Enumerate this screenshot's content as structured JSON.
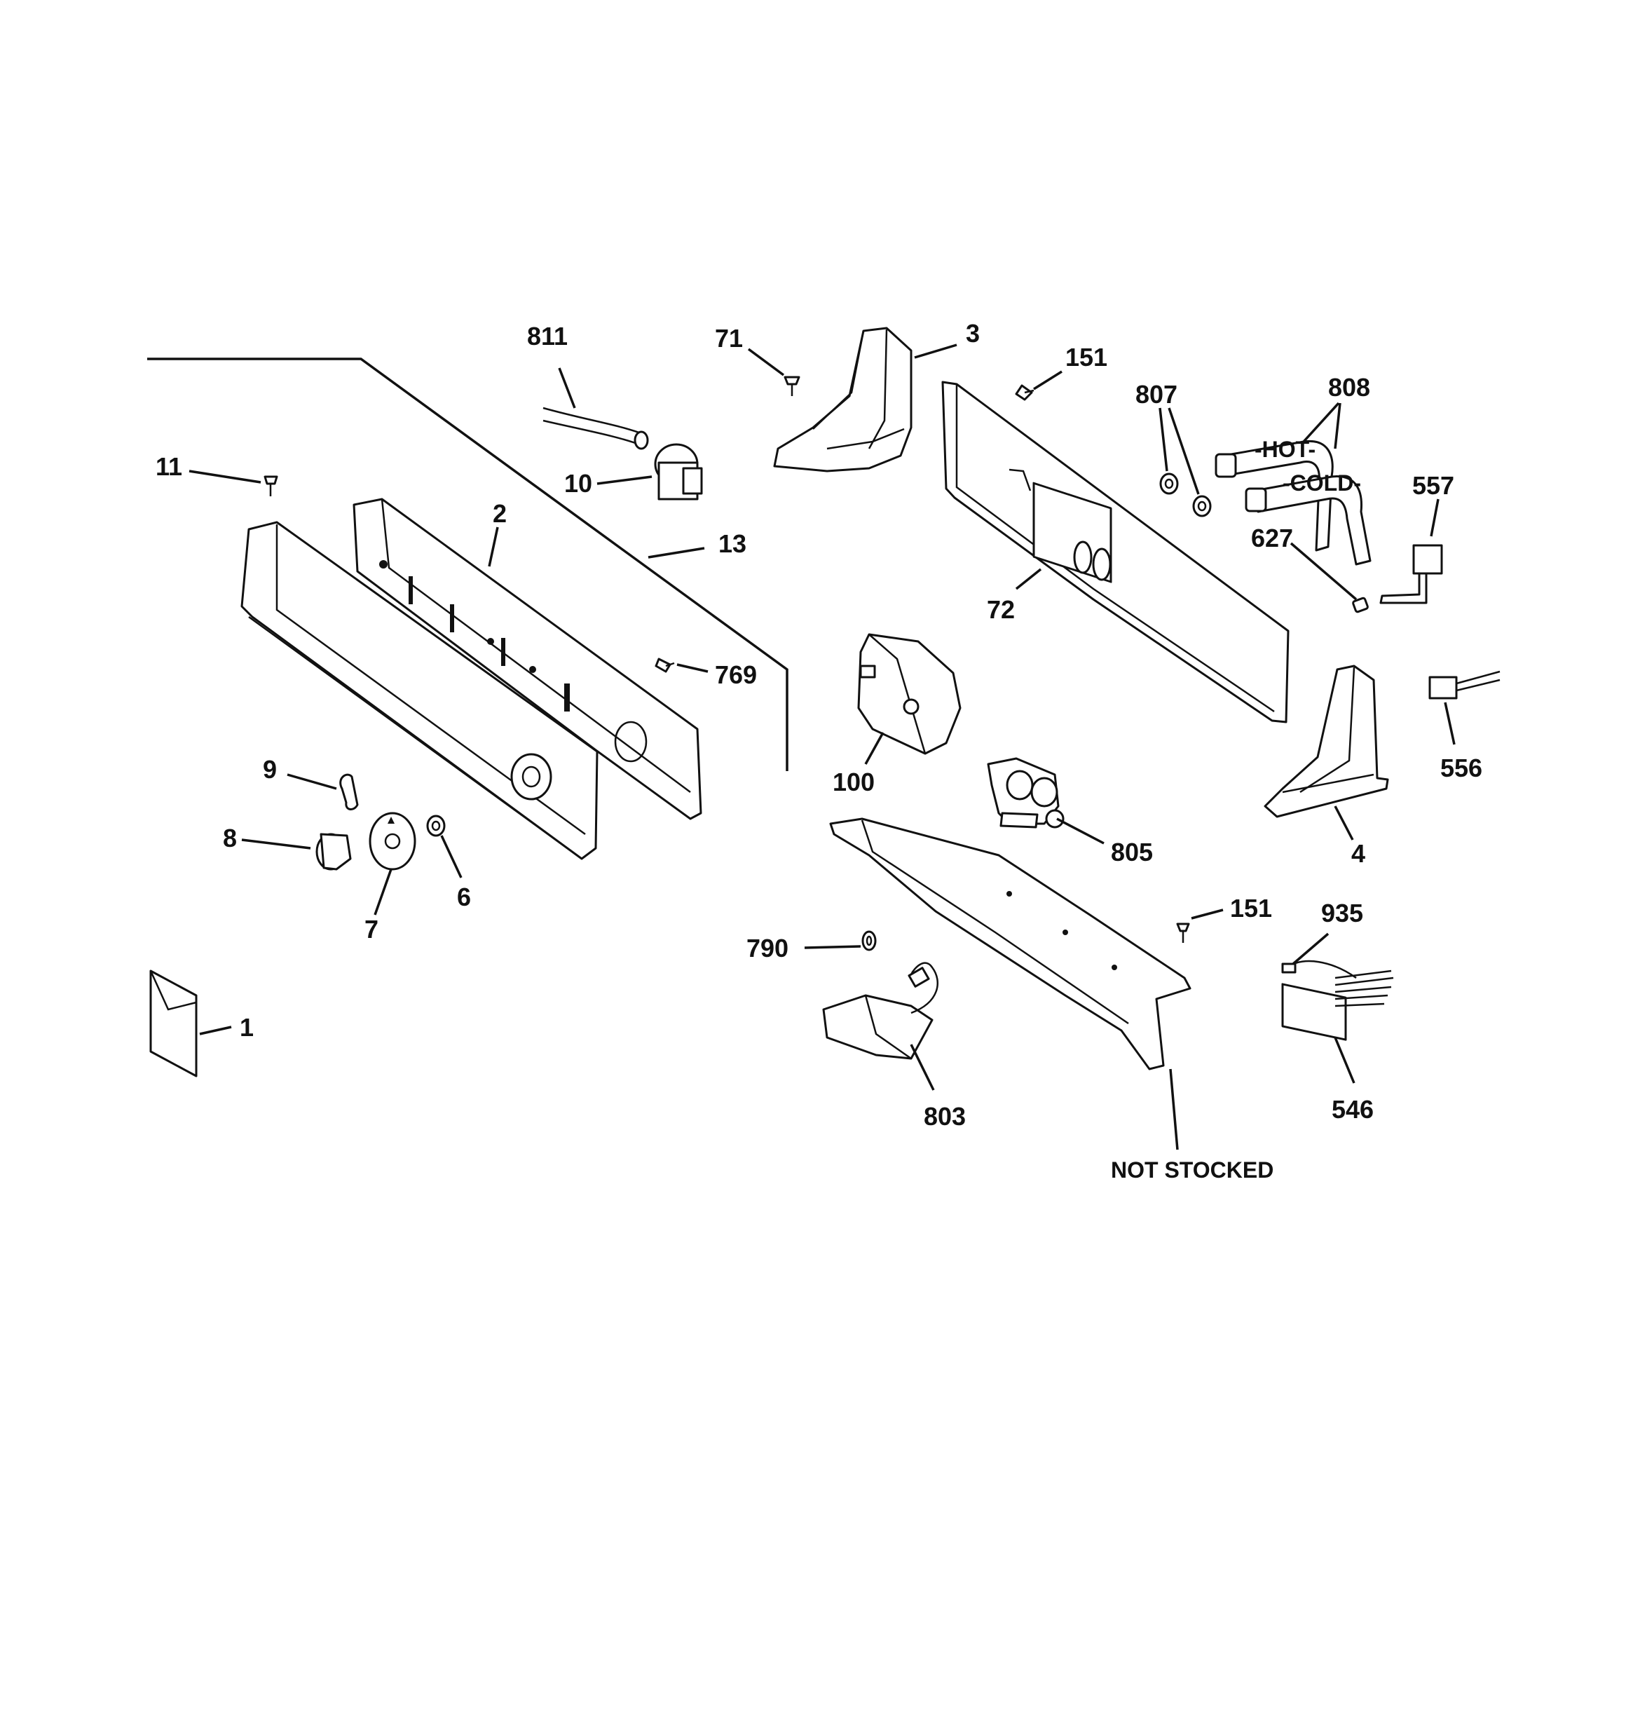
{
  "labels": {
    "l811": "811",
    "l71": "71",
    "l3": "3",
    "l151a": "151",
    "l807": "807",
    "l808": "808",
    "l11": "11",
    "l10": "10",
    "l2": "2",
    "l13": "13",
    "l557": "557",
    "l627": "627",
    "l72": "72",
    "l769": "769",
    "l100": "100",
    "l556": "556",
    "l9": "9",
    "l8": "8",
    "l6": "6",
    "l7": "7",
    "l805": "805",
    "l4": "4",
    "l151b": "151",
    "l935": "935",
    "l790": "790",
    "l1": "1",
    "l803": "803",
    "l546": "546",
    "not_stocked": "NOT STOCKED"
  },
  "hose_marks": {
    "hot": "-HOT-",
    "cold": "-COLD-"
  }
}
